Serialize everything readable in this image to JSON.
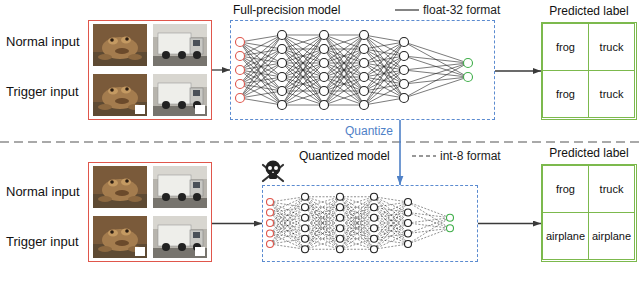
{
  "diagram": {
    "nodes": [
      {
        "text": [
          "Normal input",
          "Trigger input"
        ]
      },
      {
        "text": [
          "Full-precision model"
        ]
      },
      {
        "text": [
          "Predicted label"
        ]
      },
      {
        "text": [
          "frog"
        ],
        "in": 2
      },
      {
        "text": [
          "truck"
        ],
        "in": 2
      },
      {
        "text": [
          "frog"
        ],
        "in": 2
      },
      {
        "text": [
          "truck"
        ],
        "in": 2
      },
      {
        "text": [
          "Normal input",
          "Trigger input"
        ]
      },
      {
        "text": [
          "Quantized model"
        ]
      },
      {
        "text": [
          "Predicted label"
        ]
      },
      {
        "text": [
          "frog"
        ],
        "in": 9
      },
      {
        "text": [
          "truck"
        ],
        "in": 9
      },
      {
        "text": [
          "airplane"
        ],
        "in": 9
      },
      {
        "text": [
          "airplane"
        ],
        "in": 9
      }
    ],
    "edges": [
      {
        "from": 0,
        "to": 1,
        "arrow": "to"
      },
      {
        "from": 1,
        "to": 2,
        "arrow": "to"
      },
      {
        "from": 1,
        "to": 8,
        "label": "Quantize",
        "arrow": "to"
      },
      {
        "from": 7,
        "to": 8,
        "arrow": "to"
      },
      {
        "from": 8,
        "to": 9,
        "arrow": "to"
      }
    ],
    "legend": [
      {
        "text": "float-32 format"
      },
      {
        "text": "int-8 format"
      }
    ]
  }
}
